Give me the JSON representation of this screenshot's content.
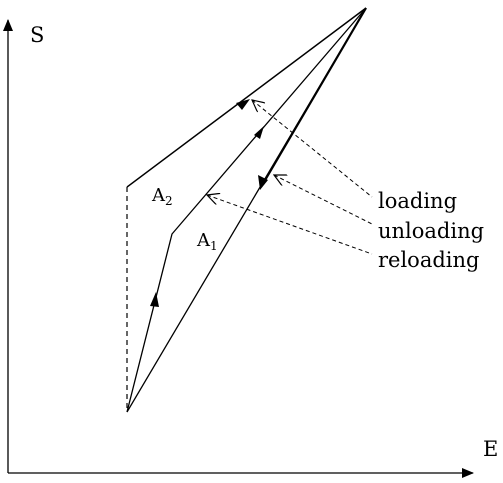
{
  "axes": {
    "y_label": "S",
    "x_label": "E"
  },
  "areas": [
    {
      "letter": "A",
      "subscript": "2"
    },
    {
      "letter": "A",
      "subscript": "1"
    }
  ],
  "legend": [
    {
      "label": "loading",
      "style": "solid-arrow"
    },
    {
      "label": "unloading",
      "style": "solid-arrow"
    },
    {
      "label": "reloading",
      "style": "solid-arrow"
    }
  ],
  "colors": {
    "stroke": "#000000",
    "background": "#ffffff"
  }
}
